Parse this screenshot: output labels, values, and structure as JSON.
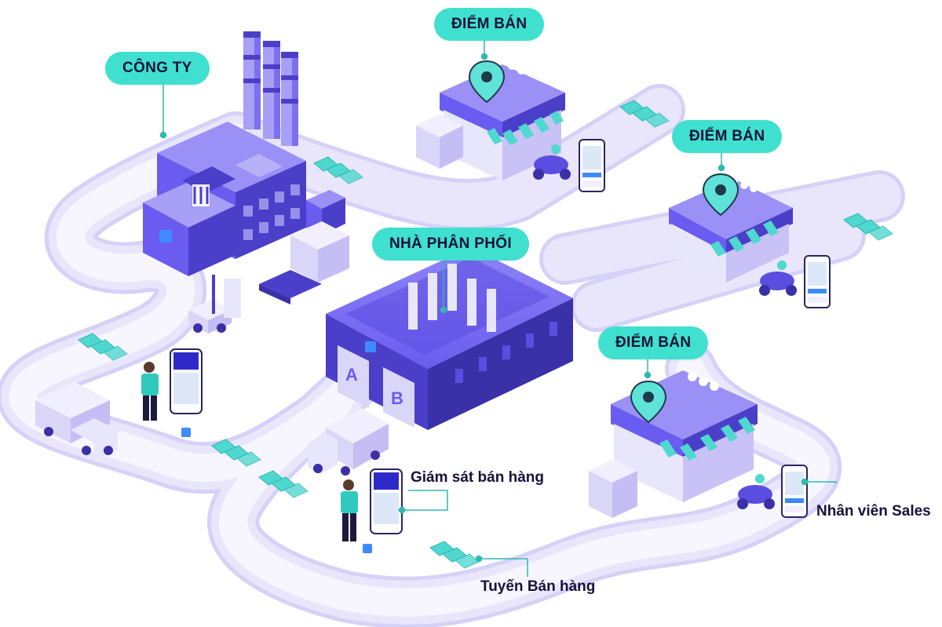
{
  "labels": {
    "company": "CÔNG TY",
    "distributor": "NHÀ PHÂN PHỐI",
    "store_top": "ĐIỂM BÁN",
    "store_mid": "ĐIỂM BÁN",
    "store_bottom": "ĐIỂM BÁN",
    "sales_supervision": "Giám sát bán hàng",
    "sales_staff": "Nhân viên Sales",
    "sales_route": "Tuyến Bán hàng"
  },
  "colors": {
    "accent": "#3FE0D0",
    "road": "#E9E6FB",
    "road_edge": "#D6D1F7",
    "building_dark": "#4B3FC9",
    "building_mid": "#6A5CF0",
    "building_light": "#A89FF6",
    "text": "#15123a"
  },
  "icons": [
    "factory-icon",
    "warehouse-icon",
    "store-icon",
    "location-pin-icon",
    "truck-icon",
    "forklift-icon",
    "motorbike-icon",
    "phone-app-icon",
    "person-icon",
    "chevron-arrow-icon"
  ]
}
